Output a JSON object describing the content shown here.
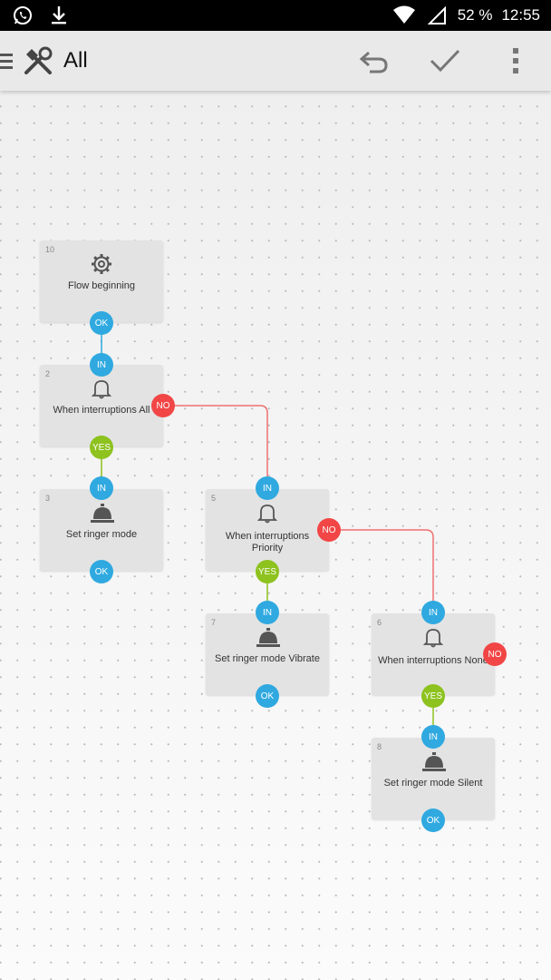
{
  "statusbar": {
    "battery": "52 %",
    "time": "12:55"
  },
  "appbar": {
    "title": "All"
  },
  "nodes": [
    {
      "id": "10",
      "label": "Flow beginning",
      "icon": "gear-icon"
    },
    {
      "id": "2",
      "label": "When interruptions All",
      "icon": "bell-icon"
    },
    {
      "id": "3",
      "label": "Set ringer mode",
      "icon": "service-bell-icon"
    },
    {
      "id": "5",
      "label": "When interruptions Priority",
      "icon": "bell-icon"
    },
    {
      "id": "7",
      "label": "Set ringer mode Vibrate",
      "icon": "service-bell-icon"
    },
    {
      "id": "6",
      "label": "When interruptions None",
      "icon": "bell-icon"
    },
    {
      "id": "8",
      "label": "Set ringer mode Silent",
      "icon": "service-bell-icon"
    }
  ],
  "ports": {
    "ok": "OK",
    "in": "IN",
    "yes": "YES",
    "no": "NO"
  },
  "colors": {
    "port_blue": "#2fa9e0",
    "port_green": "#8dc21f",
    "port_red": "#f24646",
    "wire_red": "#f07070",
    "wire_green": "#8dc21f"
  }
}
